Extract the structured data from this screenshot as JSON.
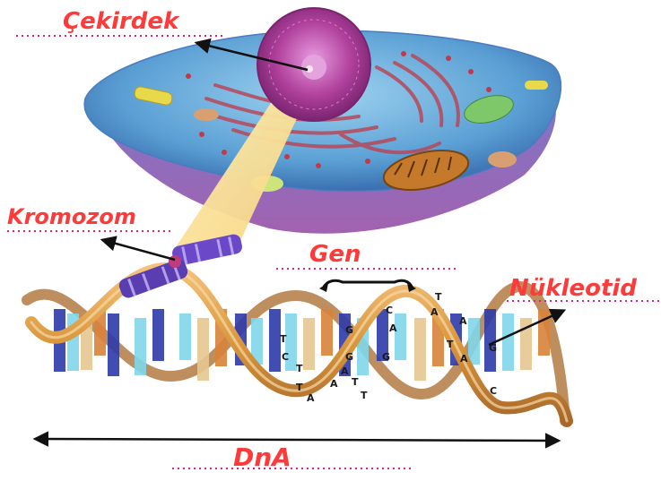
{
  "labels": {
    "nucleus": "Çekirdek",
    "chromosome": "Kromozom",
    "gene": "Gen",
    "nucleotide": "Nükleotid",
    "dna": "DnA"
  },
  "bases": [
    "T",
    "A",
    "C",
    "A",
    "A",
    "G",
    "T",
    "T",
    "C",
    "T",
    "G",
    "A",
    "G",
    "T",
    "A",
    "A",
    "T",
    "T",
    "A",
    "C",
    "G"
  ],
  "colors": {
    "label": "#ff3a3a",
    "dotted_line": "#e0208a",
    "cell_body": "#5a9fd4",
    "nucleus": "#b0409c",
    "helix_ribbon": "#d8963c",
    "chromosome": "#5a3db0"
  }
}
